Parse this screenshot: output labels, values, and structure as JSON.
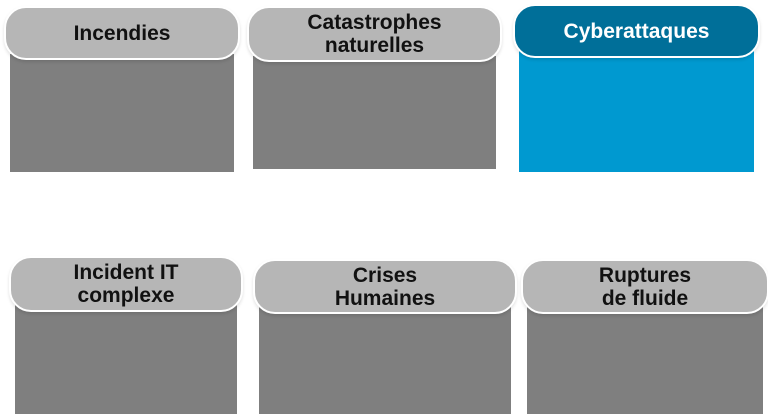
{
  "colors": {
    "tab_gray": "#b6b6b6",
    "panel_gray": "#7f7f7f",
    "tab_active": "#006f99",
    "panel_active": "#0099d0"
  },
  "cards": [
    {
      "label": "Incendies",
      "active": false
    },
    {
      "label": "Catastrophes\nnaturelles",
      "active": false
    },
    {
      "label": "Cyberattaques",
      "active": true
    },
    {
      "label": "Incident IT\ncomplexe",
      "active": false
    },
    {
      "label": "Crises\nHumaines",
      "active": false
    },
    {
      "label": "Ruptures\nde fluide",
      "active": false
    }
  ]
}
